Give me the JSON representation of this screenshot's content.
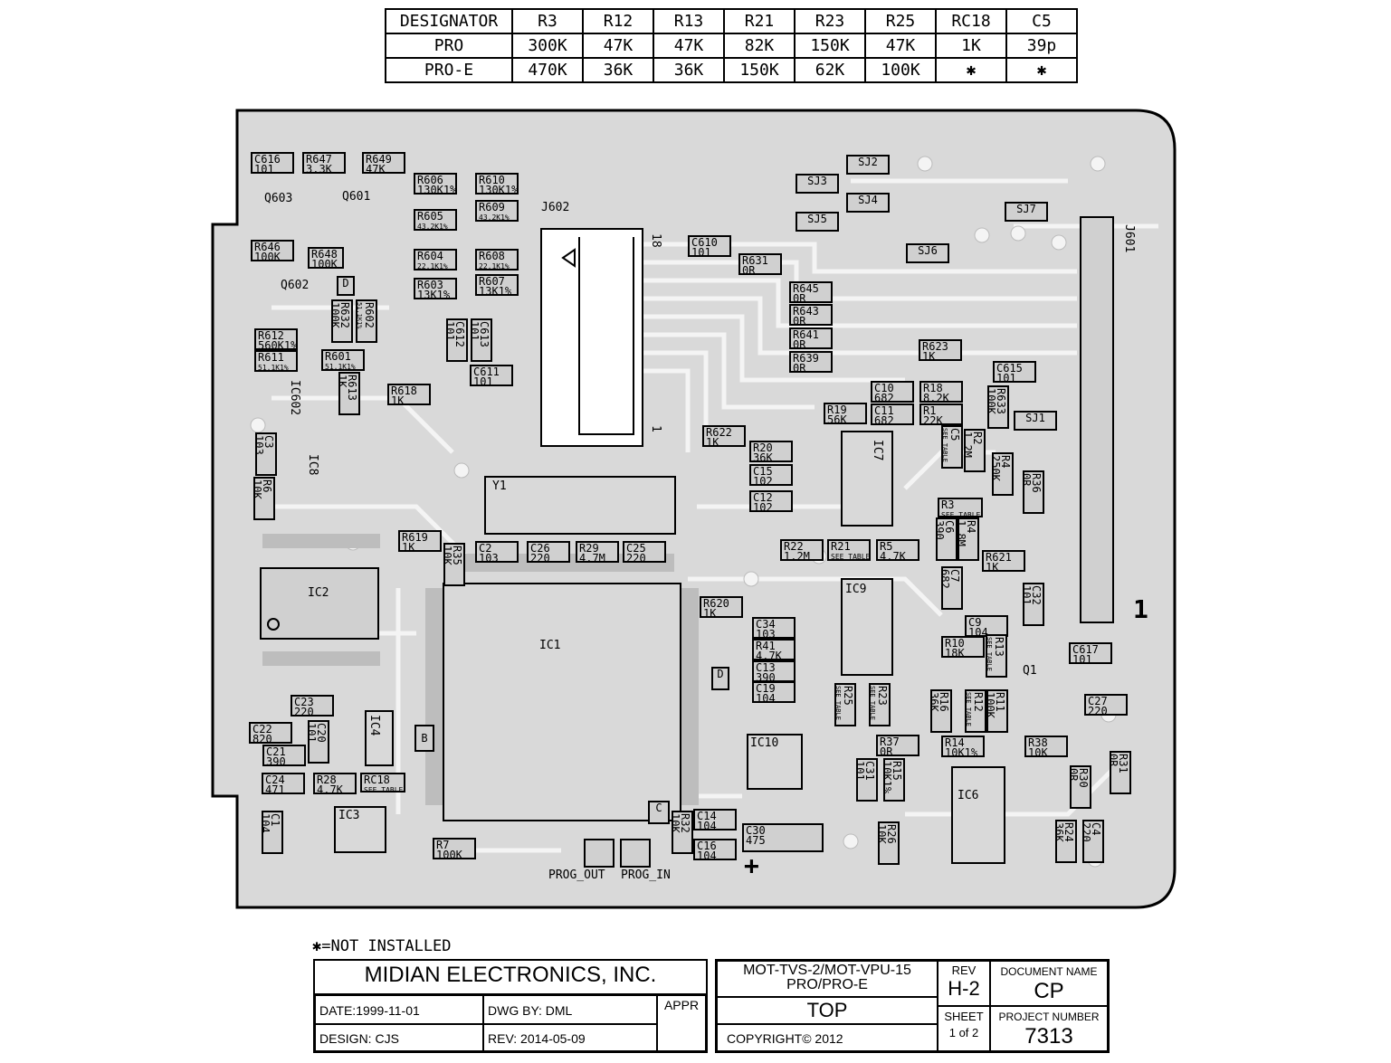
{
  "variant_table": {
    "headers": [
      "DESIGNATOR",
      "R3",
      "R12",
      "R13",
      "R21",
      "R23",
      "R25",
      "RC18",
      "C5"
    ],
    "rows": [
      [
        "PRO",
        "300K",
        "47K",
        "47K",
        "82K",
        "150K",
        "47K",
        "1K",
        "39p"
      ],
      [
        "PRO-E",
        "470K",
        "36K",
        "36K",
        "150K",
        "62K",
        "100K",
        "✱",
        "✱"
      ]
    ]
  },
  "board": {
    "components": [
      {
        "ref": "C616",
        "val": "101"
      },
      {
        "ref": "R647",
        "val": "3.3K"
      },
      {
        "ref": "R649",
        "val": "47K"
      },
      {
        "ref": "R606",
        "val": "130K1%"
      },
      {
        "ref": "R610",
        "val": "130K1%"
      },
      {
        "ref": "R605",
        "val": "43.2K1%"
      },
      {
        "ref": "R609",
        "val": "43.2K1%"
      },
      {
        "ref": "R646",
        "val": "100K"
      },
      {
        "ref": "R648",
        "val": "100K"
      },
      {
        "ref": "R604",
        "val": "22.1K1%"
      },
      {
        "ref": "R608",
        "val": "22.1K1%"
      },
      {
        "ref": "R603",
        "val": "13K1%"
      },
      {
        "ref": "R607",
        "val": "13K1%"
      },
      {
        "ref": "R612",
        "val": "560K1%"
      },
      {
        "ref": "R611",
        "val": "51.1K1%"
      },
      {
        "ref": "R601",
        "val": "51.1K1%"
      },
      {
        "ref": "R618",
        "val": "1K"
      },
      {
        "ref": "C611",
        "val": "101"
      },
      {
        "ref": "C610",
        "val": "101"
      },
      {
        "ref": "R631",
        "val": "0R"
      },
      {
        "ref": "R645",
        "val": "0R"
      },
      {
        "ref": "R643",
        "val": "0R"
      },
      {
        "ref": "R641",
        "val": "0R"
      },
      {
        "ref": "R639",
        "val": "0R"
      },
      {
        "ref": "R623",
        "val": "1K"
      },
      {
        "ref": "C615",
        "val": "101"
      },
      {
        "ref": "C10",
        "val": "682"
      },
      {
        "ref": "R18",
        "val": "8.2K"
      },
      {
        "ref": "R19",
        "val": "56K"
      },
      {
        "ref": "C11",
        "val": "682"
      },
      {
        "ref": "R1",
        "val": "22K"
      },
      {
        "ref": "R622",
        "val": "1K"
      },
      {
        "ref": "R20",
        "val": "36K"
      },
      {
        "ref": "C15",
        "val": "102"
      },
      {
        "ref": "C12",
        "val": "102"
      },
      {
        "ref": "R3",
        "val": "SEE TABLE"
      },
      {
        "ref": "R619",
        "val": "1K"
      },
      {
        "ref": "C2",
        "val": "103"
      },
      {
        "ref": "C26",
        "val": "220"
      },
      {
        "ref": "R29",
        "val": "4.7M"
      },
      {
        "ref": "C25",
        "val": "220"
      },
      {
        "ref": "R22",
        "val": "1.2M"
      },
      {
        "ref": "R21",
        "val": "SEE TABLE"
      },
      {
        "ref": "R5",
        "val": "4.7K"
      },
      {
        "ref": "R621",
        "val": "1K"
      },
      {
        "ref": "R620",
        "val": "1K"
      },
      {
        "ref": "C34",
        "val": "103"
      },
      {
        "ref": "R41",
        "val": "4.7K"
      },
      {
        "ref": "C13",
        "val": "390"
      },
      {
        "ref": "C19",
        "val": "104"
      },
      {
        "ref": "C9",
        "val": "104"
      },
      {
        "ref": "R10",
        "val": "18K"
      },
      {
        "ref": "C617",
        "val": "101"
      },
      {
        "ref": "C27",
        "val": "220"
      },
      {
        "ref": "C23",
        "val": "220"
      },
      {
        "ref": "C22",
        "val": "820"
      },
      {
        "ref": "C21",
        "val": "390"
      },
      {
        "ref": "C24",
        "val": "471"
      },
      {
        "ref": "R28",
        "val": "4.7K"
      },
      {
        "ref": "RC18",
        "val": "SEE TABLE"
      },
      {
        "ref": "R37",
        "val": "0R"
      },
      {
        "ref": "R14",
        "val": "10K1%"
      },
      {
        "ref": "R38",
        "val": "10K"
      },
      {
        "ref": "C14",
        "val": "104"
      },
      {
        "ref": "C16",
        "val": "104"
      },
      {
        "ref": "C30",
        "val": "475"
      },
      {
        "ref": "R7",
        "val": "100K"
      }
    ],
    "vertical_components": [
      {
        "ref": "R602",
        "val": "51.1K1%"
      },
      {
        "ref": "R632",
        "val": "100K"
      },
      {
        "ref": "C612",
        "val": "101"
      },
      {
        "ref": "C613",
        "val": "101"
      },
      {
        "ref": "R613",
        "val": "1K"
      },
      {
        "ref": "C3",
        "val": "103"
      },
      {
        "ref": "R6",
        "val": "10K"
      },
      {
        "ref": "R633",
        "val": "100K"
      },
      {
        "ref": "C5",
        "val": "SEE TABLE"
      },
      {
        "ref": "R2",
        "val": "1.2M"
      },
      {
        "ref": "R4",
        "val": "250K"
      },
      {
        "ref": "R36",
        "val": "0R"
      },
      {
        "ref": "C6",
        "val": "390"
      },
      {
        "ref": "R4",
        "val": "1.8M"
      },
      {
        "ref": "C7",
        "val": "682"
      },
      {
        "ref": "C32",
        "val": "101"
      },
      {
        "ref": "R13",
        "val": "SEE TABLE"
      },
      {
        "ref": "R25",
        "val": "SEE TABLE"
      },
      {
        "ref": "R23",
        "val": "SEE TABLE"
      },
      {
        "ref": "R16",
        "val": "36K"
      },
      {
        "ref": "R12",
        "val": "SEE TABLE"
      },
      {
        "ref": "R11",
        "val": "100K"
      },
      {
        "ref": "C20",
        "val": "101"
      },
      {
        "ref": "C31",
        "val": "101"
      },
      {
        "ref": "R15",
        "val": "10K1%"
      },
      {
        "ref": "R26",
        "val": "10K"
      },
      {
        "ref": "R30",
        "val": "0R"
      },
      {
        "ref": "R31",
        "val": "0R"
      },
      {
        "ref": "R24",
        "val": "36K"
      },
      {
        "ref": "C4",
        "val": "220"
      },
      {
        "ref": "C1",
        "val": "104"
      },
      {
        "ref": "R32",
        "val": "10K"
      },
      {
        "ref": "R35",
        "val": "10K"
      }
    ],
    "labels": {
      "q603": "Q603",
      "q601": "Q601",
      "q602": "Q602",
      "j602": "J602",
      "j601": "J601",
      "j602_pin18": "18",
      "j602_pin1": "1",
      "j601_pin1": "1",
      "sj2": "SJ2",
      "sj3": "SJ3",
      "sj4": "SJ4",
      "sj5": "SJ5",
      "sj6": "SJ6",
      "sj7": "SJ7",
      "sj1": "SJ1",
      "ic602": "IC602",
      "ic8": "IC8",
      "ic7": "IC7",
      "ic2": "IC2",
      "ic1": "IC1",
      "ic9": "IC9",
      "ic4": "IC4",
      "ic3": "IC3",
      "ic10": "IC10",
      "ic6": "IC6",
      "q1": "Q1",
      "y1": "Y1",
      "d1": "D",
      "d2": "D",
      "b": "B",
      "c": "C",
      "plus": "+",
      "prog_out": "PROG_OUT",
      "prog_in": "PROG_IN"
    }
  },
  "note": "✱=NOT INSTALLED",
  "title_block": {
    "company": "MIDIAN ELECTRONICS, INC.",
    "date": "DATE:1999-11-01",
    "dwg_by": "DWG BY: DML",
    "appr": "APPR",
    "design": "DESIGN: CJS",
    "rev_date": "REV: 2014-05-09",
    "model": "MOT-TVS-2/MOT-VPU-15",
    "variant": "PRO/PRO-E",
    "side": "TOP",
    "copyright": "COPYRIGHT© 2012",
    "rev_label": "REV",
    "rev": "H-2",
    "sheet_label": "SHEET",
    "sheet": "1 of 2",
    "docname_label": "DOCUMENT NAME",
    "docname": "CP",
    "projnum_label": "PROJECT NUMBER",
    "projnum": "7313"
  }
}
